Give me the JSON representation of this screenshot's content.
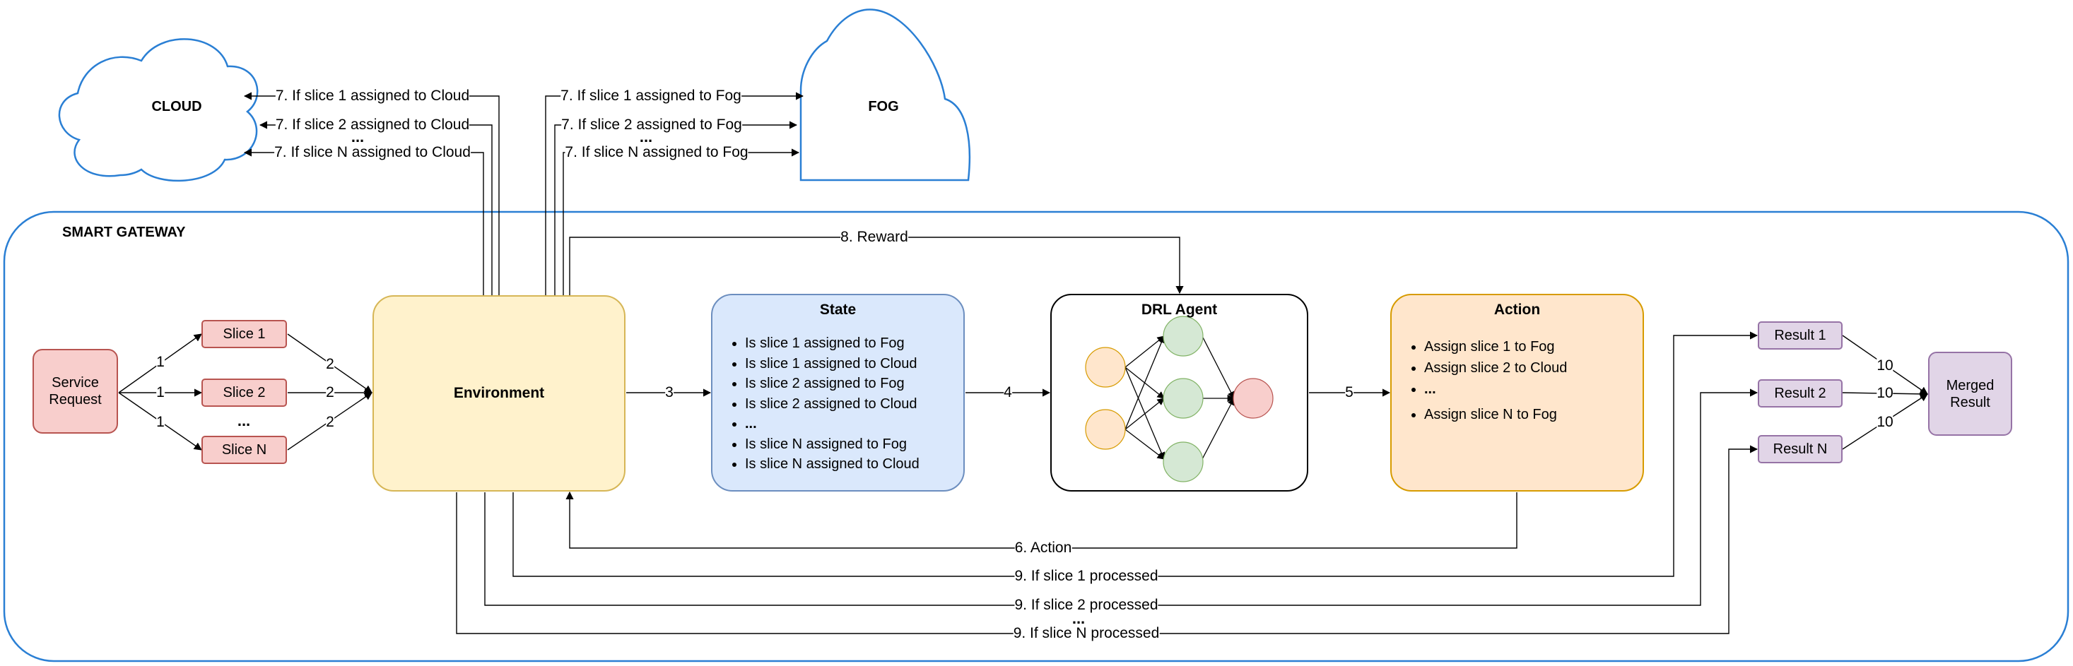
{
  "containers": {
    "smart_gateway": "SMART GATEWAY",
    "cloud": "CLOUD",
    "fog": "FOG"
  },
  "nodes": {
    "service_request": "Service Request",
    "slice_1": "Slice 1",
    "slice_2": "Slice 2",
    "slice_ellipsis": "...",
    "slice_n": "Slice N",
    "environment": "Environment",
    "state_title": "State",
    "state_items": [
      "Is slice 1 assigned to Fog",
      "Is slice 1 assigned to Cloud",
      "Is slice 2 assigned to Fog",
      "Is slice 2 assigned to Cloud",
      "...",
      "Is slice N assigned to Fog",
      "Is slice N assigned to Cloud"
    ],
    "drl_agent": "DRL Agent",
    "action_title": "Action",
    "action_items": [
      "Assign slice 1 to Fog",
      "Assign slice 2 to Cloud",
      "...",
      "Assign slice N  to Fog"
    ],
    "result_1": "Result 1",
    "result_2": "Result 2",
    "result_n": "Result N",
    "merged_result": "Merged Result"
  },
  "edges": {
    "req_to_slice": "1",
    "slice_to_env": "2",
    "env_to_state": "3",
    "state_to_agent": "4",
    "agent_to_action": "5",
    "action_to_env": "6. Action",
    "cloud_1": "7. If slice 1 assigned to Cloud",
    "cloud_2": "7. If slice 2 assigned to Cloud",
    "cloud_n": "7. If slice N assigned to Cloud",
    "cloud_ellipsis": "...",
    "fog_1": "7. If slice 1 assigned to Fog",
    "fog_2": "7. If slice 2 assigned to Fog",
    "fog_n": "7. If slice N assigned to Fog",
    "fog_ellipsis": "...",
    "reward": "8. Reward",
    "processed_1": "9. If slice 1 processed",
    "processed_2": "9. If slice 2 processed",
    "processed_n": "9. If slice N processed",
    "processed_ellipsis": "...",
    "result_to_merged": "10"
  },
  "colors": {
    "gateway_border": "#2a7fd4",
    "cloud_border": "#2a7fd4",
    "slice_fill": "#f8cecc",
    "slice_border": "#b85450",
    "env_fill": "#fff2cc",
    "env_border": "#d6b656",
    "state_fill": "#dae8fc",
    "state_border": "#6c8ebf",
    "action_fill": "#ffe6cc",
    "action_border": "#d79b00",
    "result_fill": "#e1d5e7",
    "result_border": "#9673a6",
    "nn_input": "#ffe6cc",
    "nn_hidden": "#d5e8d4",
    "nn_output": "#f8cecc"
  }
}
